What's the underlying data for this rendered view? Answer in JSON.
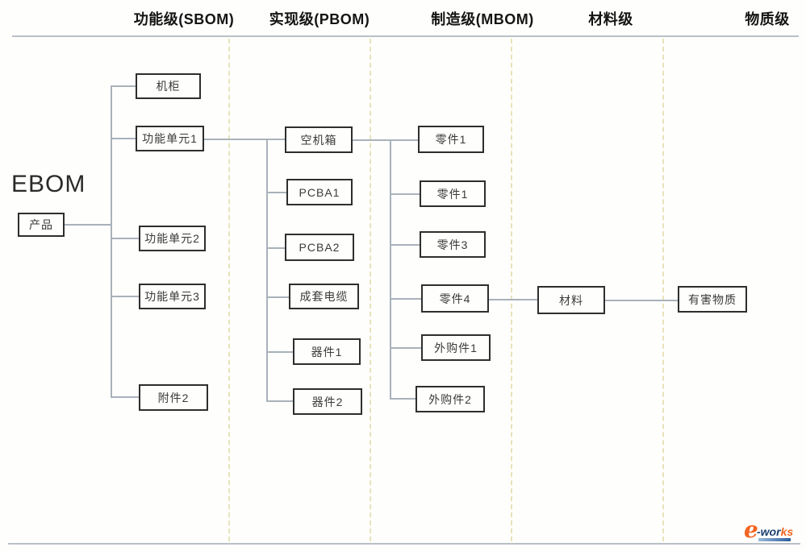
{
  "header": {
    "levels": [
      {
        "label": "功能级(SBOM)"
      },
      {
        "label": "实现级(PBOM)"
      },
      {
        "label": "制造级(MBOM)"
      },
      {
        "label": "材料级"
      },
      {
        "label": "物质级"
      }
    ]
  },
  "ebom": {
    "label": "EBOM"
  },
  "nodes": {
    "product": {
      "label": "产品"
    },
    "cabinet": {
      "label": "机柜"
    },
    "func_unit_1": {
      "label": "功能单元1"
    },
    "func_unit_2": {
      "label": "功能单元2"
    },
    "func_unit_3": {
      "label": "功能单元3"
    },
    "attachment_2": {
      "label": "附件2"
    },
    "empty_chassis": {
      "label": "空机箱"
    },
    "pcba1": {
      "label": "PCBA1"
    },
    "pcba2": {
      "label": "PCBA2"
    },
    "cable_set": {
      "label": "成套电缆"
    },
    "device_1": {
      "label": "器件1"
    },
    "device_2": {
      "label": "器件2"
    },
    "part_1a": {
      "label": "零件1"
    },
    "part_1b": {
      "label": "零件1"
    },
    "part_3": {
      "label": "零件3"
    },
    "part_4": {
      "label": "零件4"
    },
    "purchased_1": {
      "label": "外购件1"
    },
    "purchased_2": {
      "label": "外购件2"
    },
    "material": {
      "label": "材料"
    },
    "hazardous_substance": {
      "label": "有害物质"
    }
  },
  "logo": {
    "e": "e",
    "wor": "-wor",
    "ks": "ks"
  },
  "colors": {
    "box_border": "#2e2e2e",
    "connector_line": "#a9b2ba",
    "lane_divider": "#e7e3ba",
    "frame_line": "#b9c0c5",
    "logo_orange": "#f26522",
    "logo_navy": "#1b3f70"
  }
}
